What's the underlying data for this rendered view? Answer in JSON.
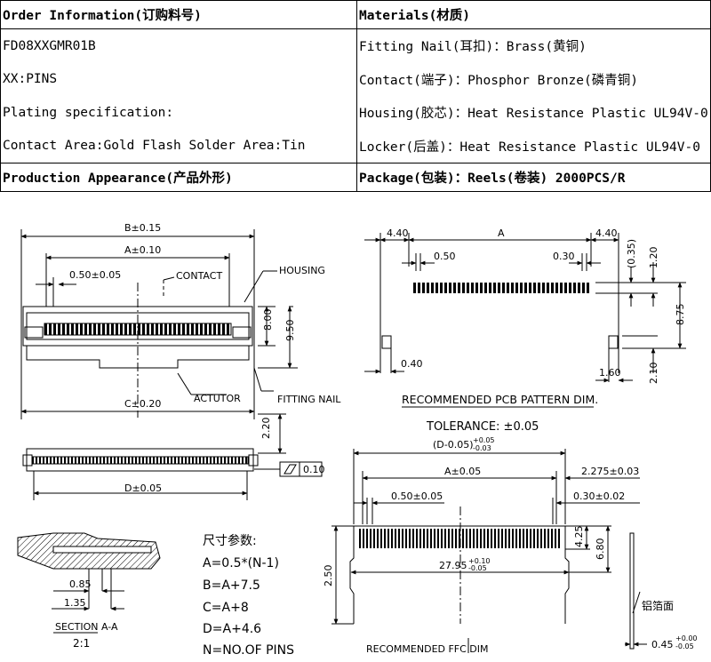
{
  "order": {
    "header": "Order Information(订购料号)",
    "lines": [
      "FD08XXGMR01B",
      "XX:PINS",
      "Plating specification:",
      "Contact Area:Gold Flash  Solder Area:Tin"
    ]
  },
  "materials": {
    "header": "Materials(材质)",
    "lines": [
      "Fitting Nail(耳扣)：Brass(黄铜)",
      "Contact(端子)：Phosphor Bronze(磷青铜)",
      "Housing(胶芯)：Heat Resistance Plastic UL94V-0",
      "Locker(后盖)：Heat Resistance Plastic UL94V-0"
    ]
  },
  "appearance": {
    "header": "Production Appearance(产品外形)"
  },
  "package": {
    "header": "Package(包装)：Reels(卷装) 2000PCS/R"
  },
  "drawing": {
    "front": {
      "dim_b": "B±0.15",
      "dim_a": "A±0.10",
      "pitch": "0.50±0.05",
      "contact": "CONTACT",
      "housing": "HOUSING",
      "dim_c": "C±0.20",
      "actutor": "ACTUTOR",
      "fitting_nail": "FITTING NAIL",
      "h800": "8.00",
      "h950": "9.50"
    },
    "bottom": {
      "dim_d": "D±0.05",
      "h220": "2.20",
      "flat": "0.10"
    },
    "section": {
      "d085": "0.85",
      "d135": "1.35",
      "title": "SECTION A-A",
      "scale": "2:1"
    },
    "formula": {
      "title": "尺寸参数:",
      "lines": [
        "A=0.5*(N-1)",
        "B=A+7.5",
        "C=A+8",
        "D=A+4.6",
        "N=NO.OF PINS"
      ]
    },
    "pcb": {
      "left": "4.40",
      "a": "A",
      "right": "4.40",
      "p050": "0.50",
      "p030": "0.30",
      "v035": "(0.35)",
      "v120": "1.20",
      "v875": "8.75",
      "v210": "2.10",
      "b040": "0.40",
      "b160": "1.60",
      "title": "RECOMMENDED PCB PATTERN DIM.",
      "tolerance": "TOLERANCE: ±0.05"
    },
    "ffc": {
      "d005": "(D-0.05)",
      "d005_tol_top": "+0.05",
      "d005_tol_bot": "-0.03",
      "a005": "A±0.05",
      "t2275": "2.275±0.03",
      "p050": "0.50±0.05",
      "p030": "0.30±0.02",
      "w2795": "27.95",
      "w_tol_top": "+0.10",
      "w_tol_bot": "-0.05",
      "v425": "4.25",
      "v680": "6.80",
      "v250": "2.50",
      "foil": "铝箔面",
      "t045": "0.45",
      "t_tol_top": "+0.00",
      "t_tol_bot": "-0.05",
      "title": "RECOMMENDED FFC DIM"
    }
  }
}
